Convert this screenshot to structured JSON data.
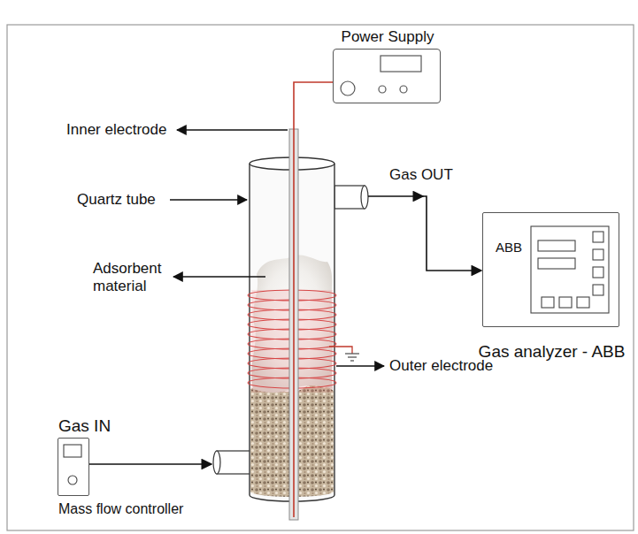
{
  "diagram": {
    "nodes": [
      {
        "text": [
          "Power Supply"
        ]
      },
      {
        "text": [
          "ABB",
          "Gas analyzer - ABB"
        ]
      },
      {
        "text": [
          "Gas IN",
          "Mass flow controller"
        ]
      }
    ],
    "labels": [
      "Inner electrode",
      "Quartz tube",
      "Gas OUT",
      "Adsorbent material",
      "Outer electrode"
    ]
  }
}
